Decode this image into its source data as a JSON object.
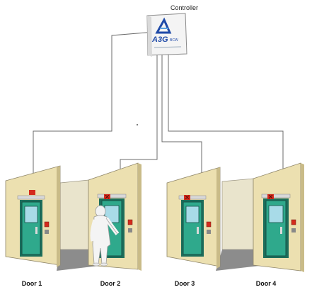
{
  "controller": {
    "label": "Controller",
    "logo_text": "A3G",
    "logo_sub": "BCW"
  },
  "doors": [
    {
      "label": "Door 1"
    },
    {
      "label": "Door 2"
    },
    {
      "label": "Door 3"
    },
    {
      "label": "Door 4"
    }
  ],
  "colors": {
    "wire": "#6b6b6b",
    "wall": "#e8dcae",
    "floor": "#8a8a8a",
    "door_glass": "#2fa98c",
    "door_frame": "#1d6e5b",
    "alarm_red": "#d42a1c"
  }
}
